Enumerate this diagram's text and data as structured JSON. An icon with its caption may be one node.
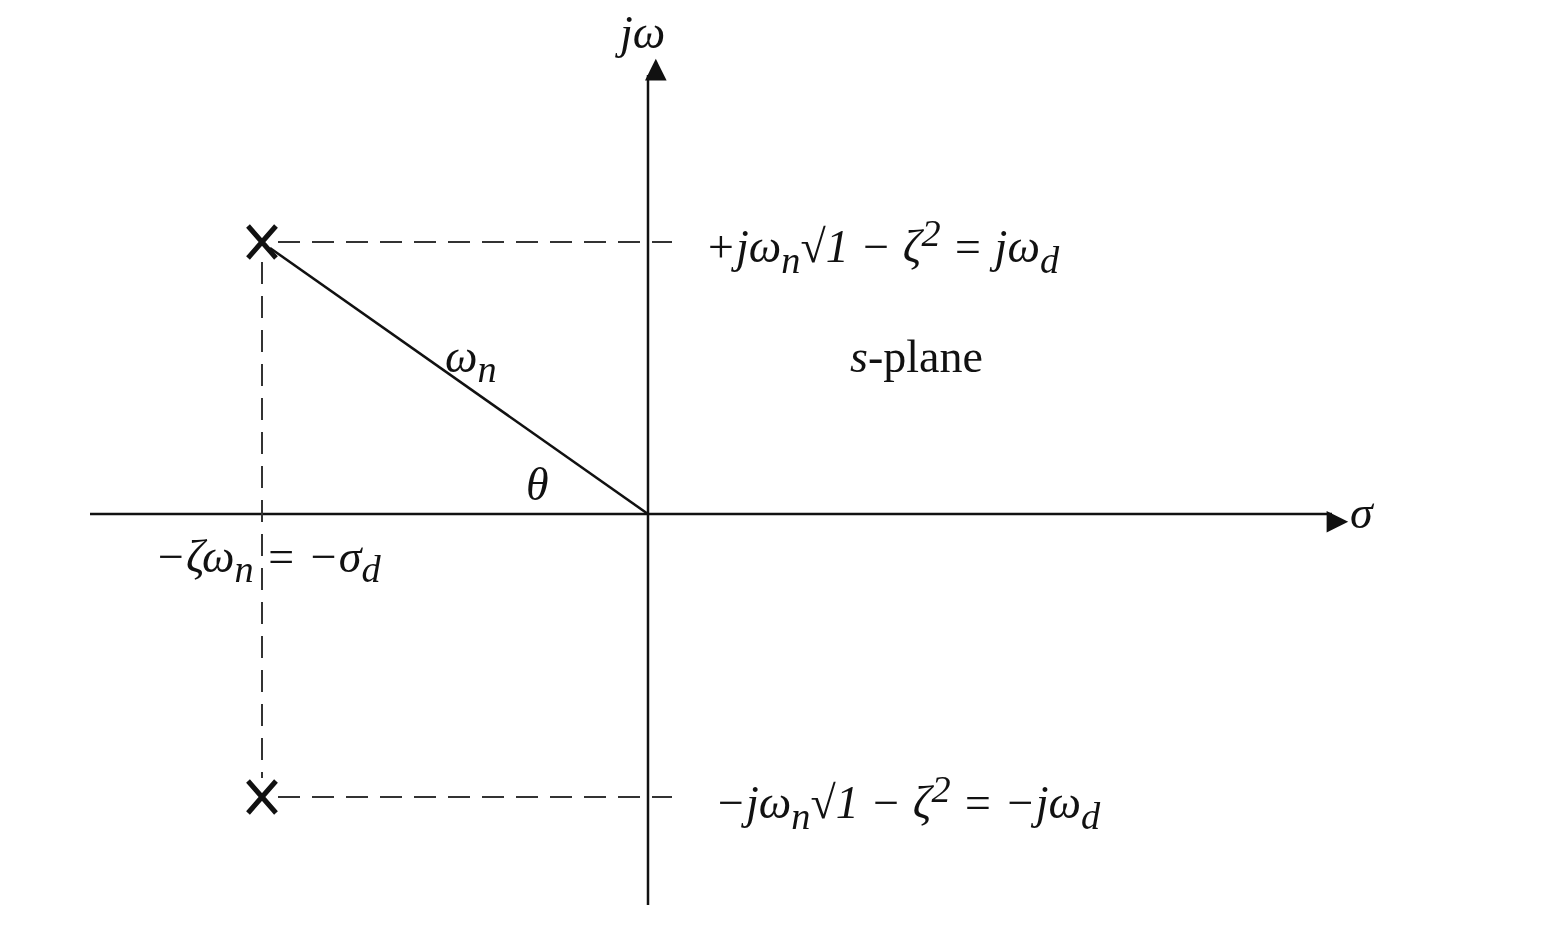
{
  "diagram": {
    "labels": [
      "jω",
      "+jω$_{n}$√1 − ζ$^{2}$ = jω$_{d}$",
      "ω$_{n}$",
      "*s*-plane",
      "θ",
      "σ",
      "−ζω$_{n}$ = −σ$_{d}$",
      "−jω$_{n}$√1 − ζ$^{2}$ = −jω$_{d}$"
    ]
  }
}
